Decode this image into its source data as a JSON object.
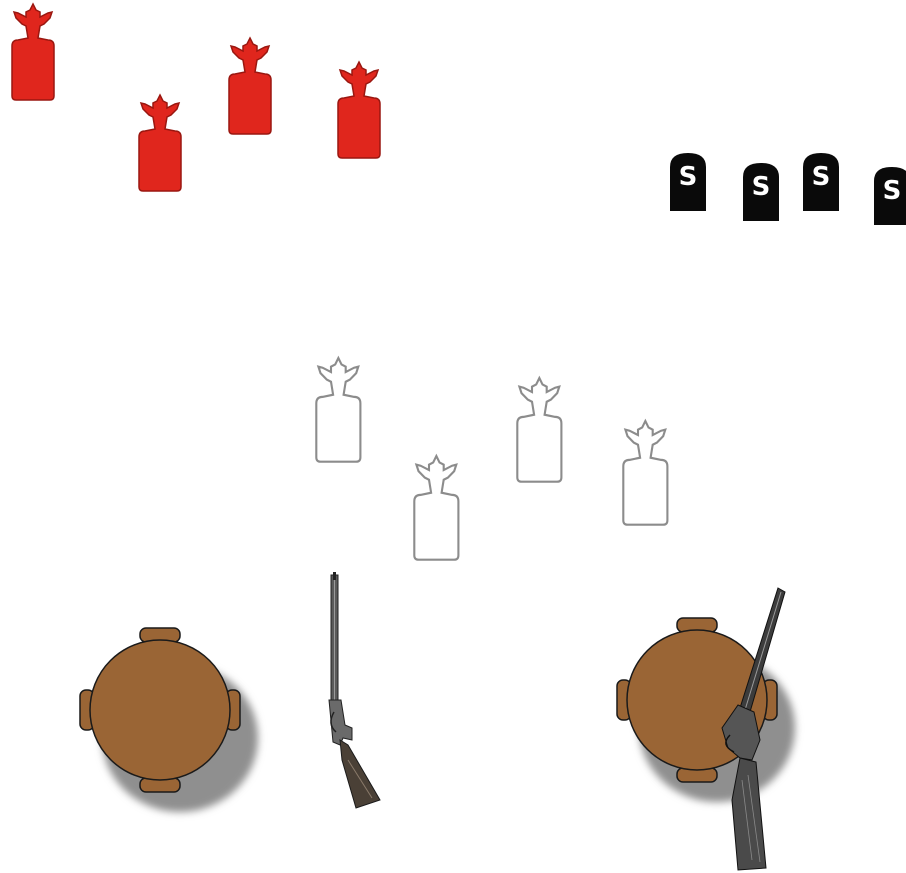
{
  "scene": {
    "background": "#ffffff",
    "colors": {
      "red_target": "#e0261d",
      "red_target_edge": "#9a1710",
      "white_target": "#ffffff",
      "white_target_edge": "#8c8c8c",
      "steel_plate": "#0a0a0a",
      "table": "#9a6535",
      "table_edge": "#1a1a1a",
      "shadow": "#8f8f8f",
      "rifle_metal": "#3a3a3a",
      "rifle_wood": "#5a4a3a",
      "shotgun_metal": "#2a2a2a",
      "shotgun_stock": "#4a4a4a"
    },
    "red_targets": [
      {
        "icon": "cowboy-silhouette-target"
      },
      {
        "icon": "cowboy-silhouette-target"
      },
      {
        "icon": "cowboy-silhouette-target"
      },
      {
        "icon": "cowboy-silhouette-target"
      }
    ],
    "steel_plates": [
      {
        "icon": "shotgun-knockdown-plate",
        "letter": "S"
      },
      {
        "icon": "shotgun-knockdown-plate",
        "letter": "S"
      },
      {
        "icon": "shotgun-knockdown-plate",
        "letter": "S"
      },
      {
        "icon": "shotgun-knockdown-plate",
        "letter": "S"
      }
    ],
    "white_targets": [
      {
        "icon": "cowboy-silhouette-target"
      },
      {
        "icon": "cowboy-silhouette-target"
      },
      {
        "icon": "cowboy-silhouette-target"
      },
      {
        "icon": "cowboy-silhouette-target"
      }
    ],
    "tables": [
      {
        "icon": "round-table"
      },
      {
        "icon": "round-table"
      }
    ],
    "rifle": {
      "icon": "lever-action-rifle"
    },
    "shotgun": {
      "icon": "double-barrel-shotgun"
    }
  }
}
